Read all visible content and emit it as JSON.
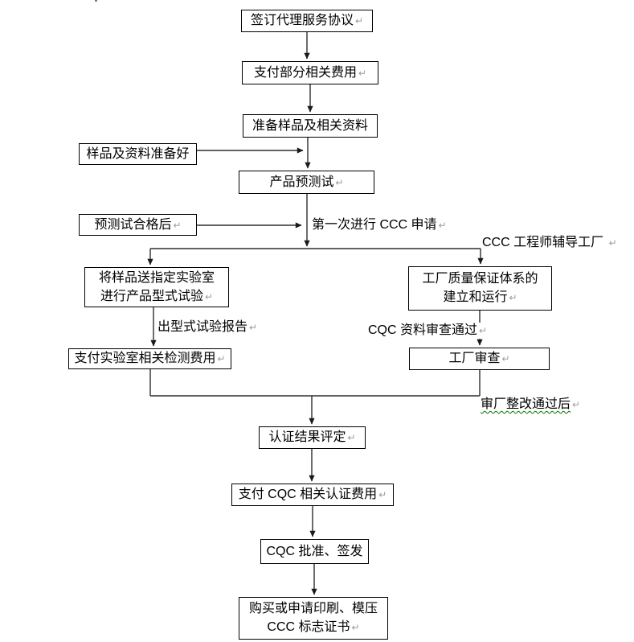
{
  "meta": {
    "background": "#ffffff",
    "box_border_color": "#000000",
    "connector_color": "#2e2e2e",
    "text_color": "#000000",
    "return_mark": "↵",
    "return_mark_color": "#9c9c9c",
    "grammar_wavy_color": "#007700"
  },
  "nodes": {
    "sign_agreement": {
      "text": "签订代理服务协议"
    },
    "pay_partial_fees": {
      "text": "支付部分相关费用"
    },
    "prepare_samples": {
      "text": "准备样品及相关资料"
    },
    "samples_ready": {
      "text": "样品及资料准备好"
    },
    "product_pretest": {
      "text": "产品预测试"
    },
    "pretest_passed": {
      "text": "预测试合格后"
    },
    "send_samples_lab": {
      "line1": "将样品送指定实验室",
      "line2": "进行产品型式试验"
    },
    "factory_qa_system": {
      "line1": "工厂质量保证体系的",
      "line2": "建立和运行"
    },
    "pay_lab_fees": {
      "text": "支付实验室相关检测费用"
    },
    "factory_audit": {
      "text": "工厂审查"
    },
    "cert_result_eval": {
      "text": "认证结果评定"
    },
    "pay_cqc_fees": {
      "text": "支付 CQC 相关认证费用"
    },
    "cqc_approval": {
      "text": "CQC 批准、签发"
    },
    "buy_ccc_mark": {
      "line1": "购买或申请印刷、模压",
      "line2": "CCC 标志证书"
    }
  },
  "labels": {
    "first_ccc_application": {
      "text": "第一次进行 CCC 申请"
    },
    "ccc_engineer_coaching": {
      "text": "CCC 工程师辅导工厂"
    },
    "type_test_report": {
      "text": "出型式试验报告"
    },
    "cqc_doc_review_passed": {
      "text": "CQC 资料审查通过"
    },
    "factory_rectification_passed": {
      "text": "审厂整改通过后"
    }
  }
}
